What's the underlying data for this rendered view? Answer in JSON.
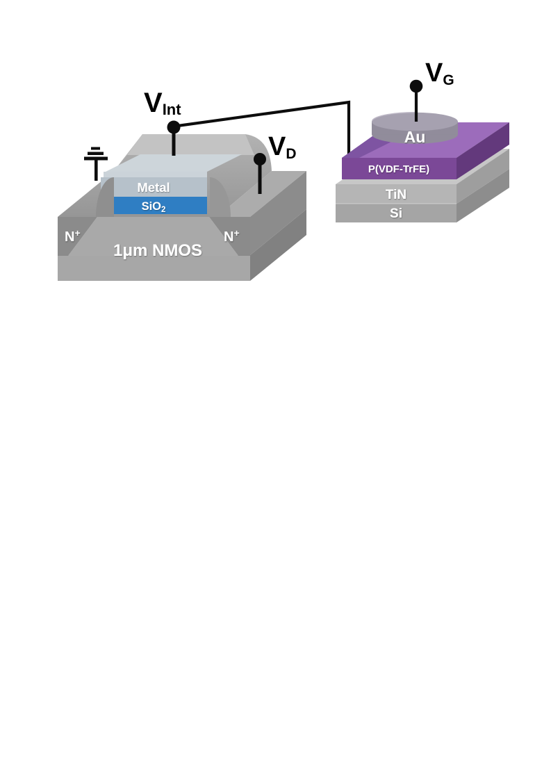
{
  "diagram": {
    "nmos": {
      "body_label": "1μm NMOS",
      "source_label_main": "N",
      "source_label_sup": "+",
      "drain_label_main": "N",
      "drain_label_sup": "+",
      "gate_metal_label": "Metal",
      "gate_oxide_label_main": "SiO",
      "gate_oxide_label_sub": "2"
    },
    "capacitor": {
      "top_electrode_label": "Au",
      "ferroelectric_label": "P(VDF-TrFE)",
      "bottom_electrode_label": "TiN",
      "substrate_label": "Si"
    },
    "terminals": {
      "internal_node_main": "V",
      "internal_node_sub": "Int",
      "drain_main": "V",
      "drain_sub": "D",
      "gate_main": "V",
      "gate_sub": "G"
    },
    "colors": {
      "oxide_blue": "#2f7ec3",
      "gate_metal": "#b6c1ca",
      "gate_cap_top": "#cdd5da",
      "gate_cap_upper": "#cbd3d9",
      "ferro_purple_top": "#9c6cbb",
      "ferro_purple_front": "#7b4897",
      "ferro_purple_side": "#63397c",
      "au_top": "#a6a1b0",
      "au_side": "#918c9b",
      "tin_front": "#b5b5b5",
      "tin_top": "#c7c7c7",
      "tin_side": "#9e9e9e",
      "si_front": "#a5a5a5",
      "si_side": "#8d8d8d",
      "wire_black": "#0d0d0d"
    }
  }
}
